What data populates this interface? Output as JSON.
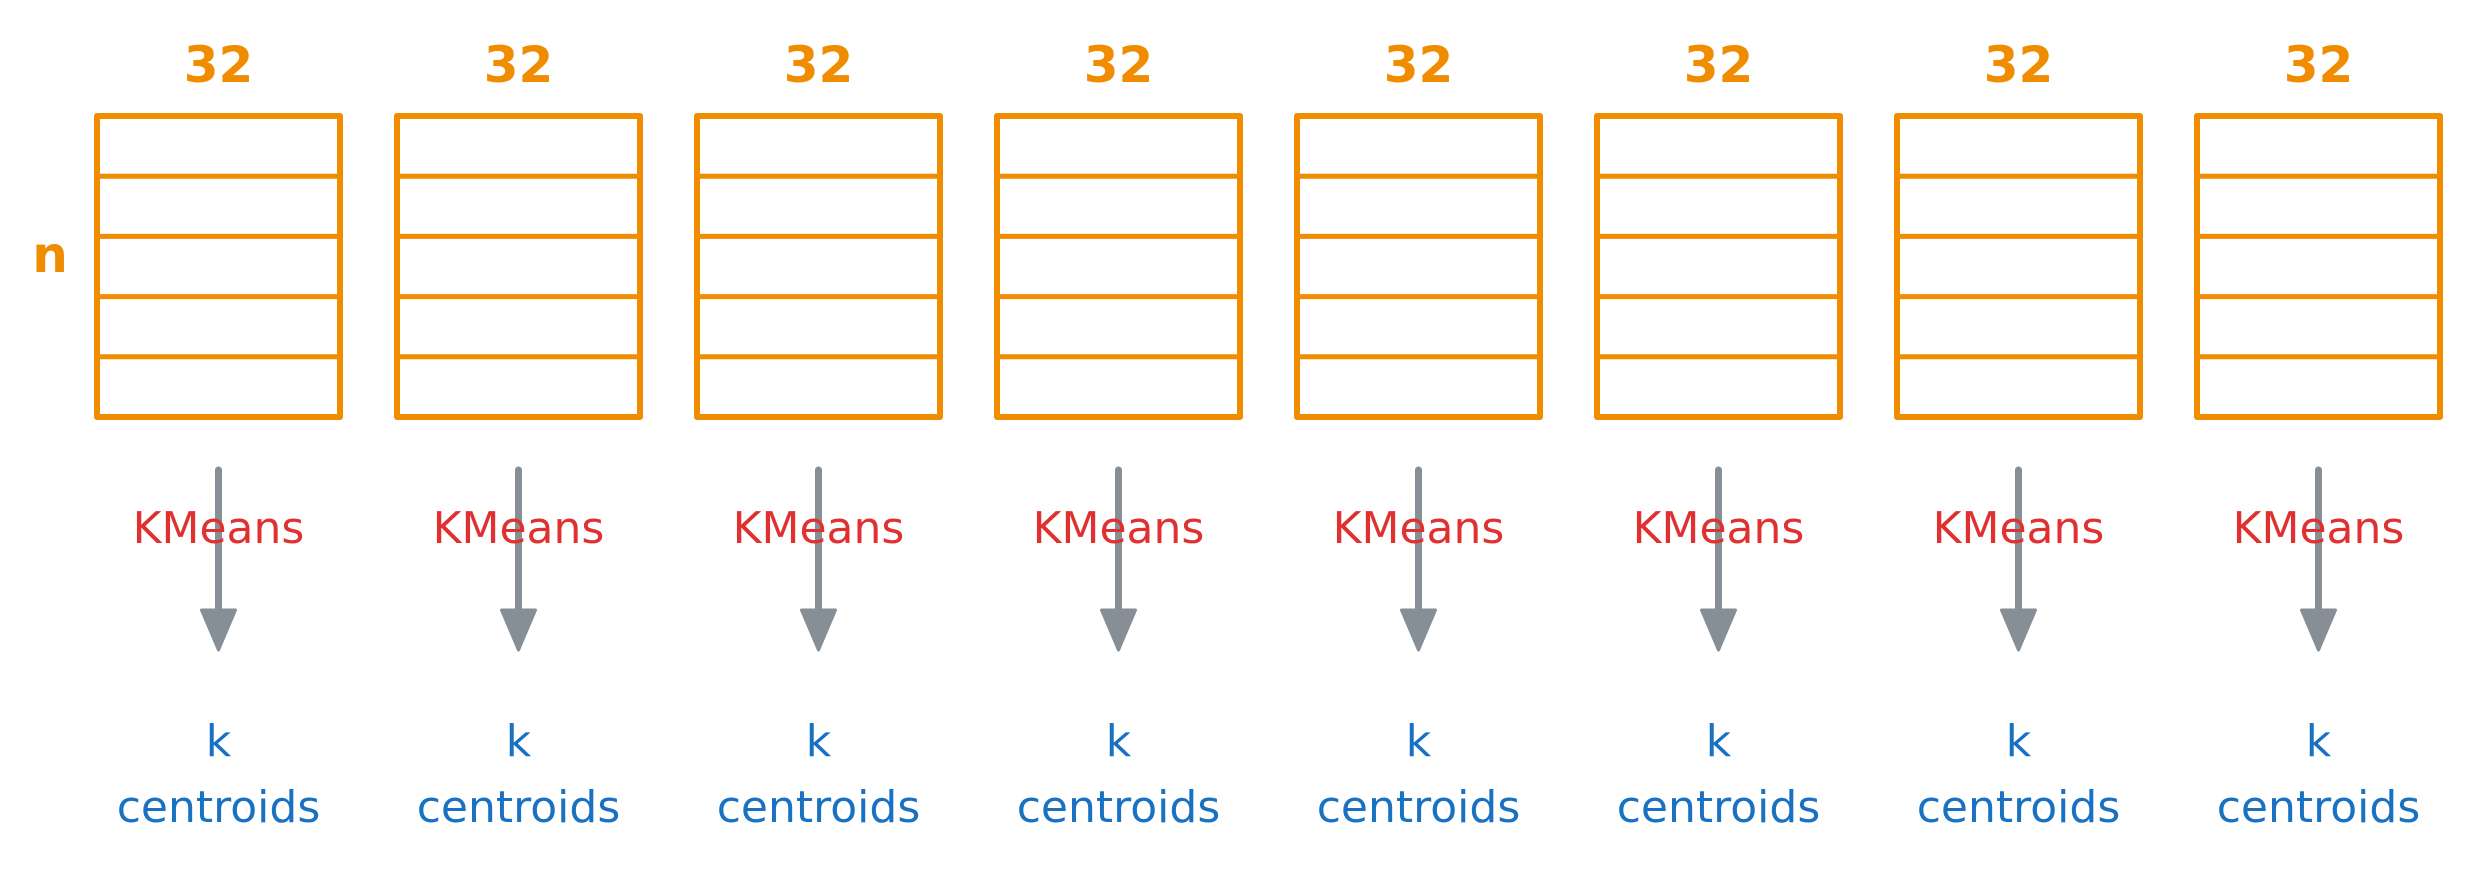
{
  "row_dimension_label": "n",
  "colors": {
    "matrix": "#f08c00",
    "algorithm": "#e03131",
    "output": "#1971c2",
    "arrow": "#868e96"
  },
  "subspaces": [
    {
      "width_label": "32",
      "algorithm": "KMeans",
      "output_line1": "k",
      "output_line2": "centroids"
    },
    {
      "width_label": "32",
      "algorithm": "KMeans",
      "output_line1": "k",
      "output_line2": "centroids"
    },
    {
      "width_label": "32",
      "algorithm": "KMeans",
      "output_line1": "k",
      "output_line2": "centroids"
    },
    {
      "width_label": "32",
      "algorithm": "KMeans",
      "output_line1": "k",
      "output_line2": "centroids"
    },
    {
      "width_label": "32",
      "algorithm": "KMeans",
      "output_line1": "k",
      "output_line2": "centroids"
    },
    {
      "width_label": "32",
      "algorithm": "KMeans",
      "output_line1": "k",
      "output_line2": "centroids"
    },
    {
      "width_label": "32",
      "algorithm": "KMeans",
      "output_line1": "k",
      "output_line2": "centroids"
    },
    {
      "width_label": "32",
      "algorithm": "KMeans",
      "output_line1": "k",
      "output_line2": "centroids"
    }
  ]
}
